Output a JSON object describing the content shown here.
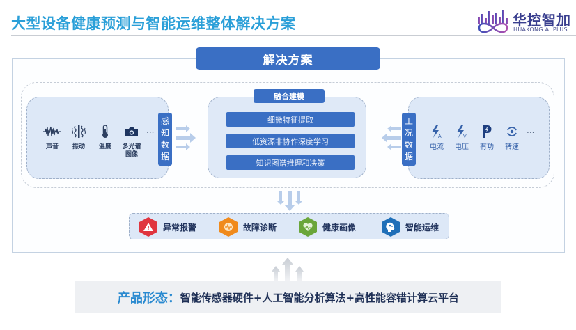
{
  "header": {
    "title": "大型设备健康预测与智能运维整体解决方案",
    "logo": {
      "cn": "华控智加",
      "en": "HUAKONG AI PLUS"
    }
  },
  "solution": {
    "label": "解决方案"
  },
  "perception": {
    "tag": [
      "感",
      "知",
      "数",
      "据"
    ],
    "items": [
      {
        "icon": "sound-wave-icon",
        "label": "声音"
      },
      {
        "icon": "vibration-icon",
        "label": "振动"
      },
      {
        "icon": "thermometer-icon",
        "label": "温度"
      },
      {
        "icon": "camera-icon",
        "label": "多光谱\n图像"
      }
    ],
    "more": "..."
  },
  "fusion": {
    "title": "融合建模",
    "items": [
      "细微特征提取",
      "低资源非协作深度学习",
      "知识图谱推理和决策"
    ]
  },
  "operating": {
    "tag": [
      "工",
      "况",
      "数",
      "据"
    ],
    "items": [
      {
        "icon": "current-bolt-icon",
        "label": "电流"
      },
      {
        "icon": "voltage-bolt-icon",
        "label": "电压"
      },
      {
        "icon": "power-p-icon",
        "label": "有功"
      },
      {
        "icon": "rotation-speed-icon",
        "label": "转速"
      }
    ],
    "more": "..."
  },
  "outputs": [
    {
      "icon": "warning-icon",
      "label": "异常报警",
      "color": "#e0353f"
    },
    {
      "icon": "diagnosis-icon",
      "label": "故障诊断",
      "color": "#f08a1c"
    },
    {
      "icon": "heart-icon",
      "label": "健康画像",
      "color": "#6aa63a"
    },
    {
      "icon": "brain-head-icon",
      "label": "智能运维",
      "color": "#1f6fb8"
    }
  ],
  "product": {
    "label": "产品形态：",
    "value": "智能传感器硬件+人工智能分析算法+高性能容错计算云平台"
  },
  "colors": {
    "primary": "#3a6fc4",
    "title": "#2a9fd8",
    "panel": "#dde8f7"
  }
}
